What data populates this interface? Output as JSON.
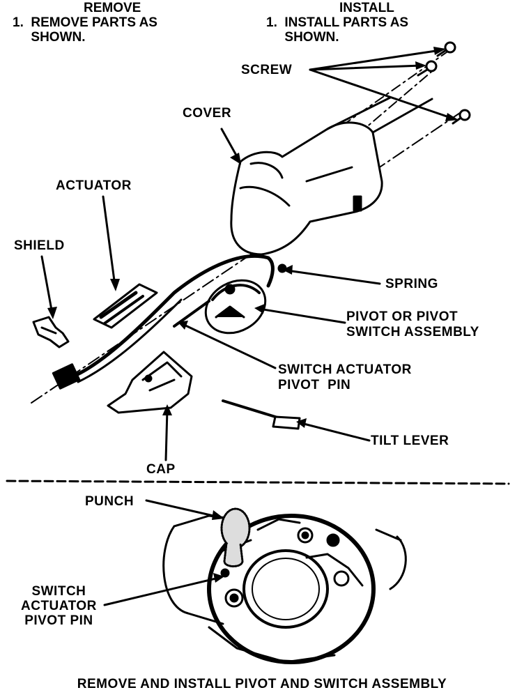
{
  "remove": {
    "heading": "REMOVE",
    "step": "1.  REMOVE PARTS AS\n     SHOWN."
  },
  "install": {
    "heading": "INSTALL",
    "step": "1.  INSTALL PARTS AS\n     SHOWN."
  },
  "labels": {
    "screw": "SCREW",
    "cover": "COVER",
    "actuator": "ACTUATOR",
    "shield": "SHIELD",
    "spring": "SPRING",
    "pivot_switch": "PIVOT OR PIVOT\nSWITCH ASSEMBLY",
    "switch_actuator_pin": "SWITCH ACTUATOR\nPIVOT  PIN",
    "tilt_lever": "TILT LEVER",
    "cap": "CAP",
    "punch": "PUNCH",
    "switch_actuator_pin_lower": "SWITCH\nACTUATOR\nPIVOT PIN"
  },
  "caption": "REMOVE AND INSTALL PIVOT AND SWITCH ASSEMBLY"
}
